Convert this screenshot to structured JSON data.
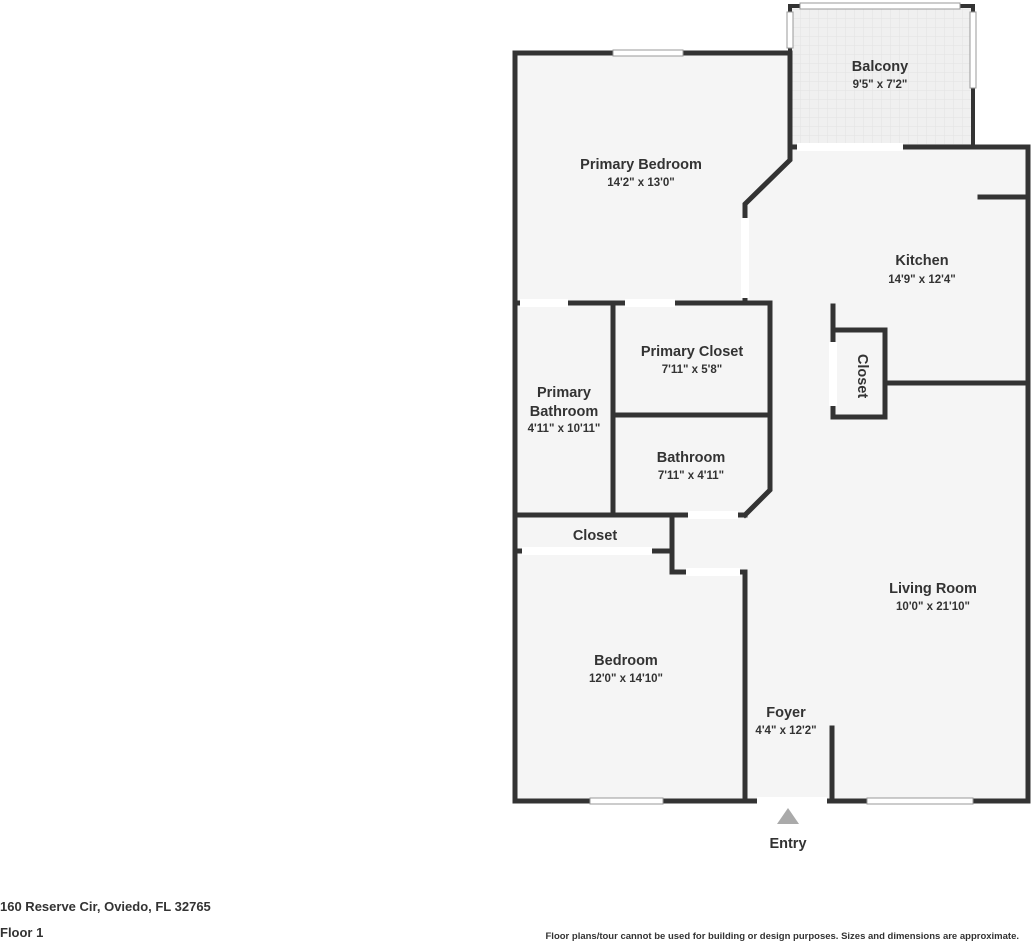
{
  "rooms": {
    "balcony": {
      "name": "Balcony",
      "dims": "9'5\" x 7'2\""
    },
    "primary_bedroom": {
      "name": "Primary Bedroom",
      "dims": "14'2\" x 13'0\""
    },
    "kitchen": {
      "name": "Kitchen",
      "dims": "14'9\" x 12'4\""
    },
    "primary_closet": {
      "name": "Primary Closet",
      "dims": "7'11\" x 5'8\""
    },
    "primary_bathroom": {
      "name_line1": "Primary",
      "name_line2": "Bathroom",
      "dims": "4'11\" x 10'11\""
    },
    "bathroom": {
      "name": "Bathroom",
      "dims": "7'11\" x 4'11\""
    },
    "closet_small": {
      "name": "Closet"
    },
    "closet_kitchen": {
      "name": "Closet"
    },
    "bedroom": {
      "name": "Bedroom",
      "dims": "12'0\" x 14'10\""
    },
    "living_room": {
      "name": "Living Room",
      "dims": "10'0\" x 21'10\""
    },
    "foyer": {
      "name": "Foyer",
      "dims": "4'4\" x 12'2\""
    }
  },
  "entry": {
    "label": "Entry"
  },
  "footer": {
    "address": "160 Reserve Cir, Oviedo, FL 32765",
    "floor": "Floor 1",
    "disclaimer": "Floor plans/tour cannot be used for building or design purposes. Sizes and dimensions are approximate."
  },
  "colors": {
    "wall": "#333333",
    "floor": "#f5f5f5",
    "balcony_floor": "#f0f0f0",
    "window": "#ffffff",
    "text": "#333333",
    "entry_arrow": "#aaaaaa"
  }
}
